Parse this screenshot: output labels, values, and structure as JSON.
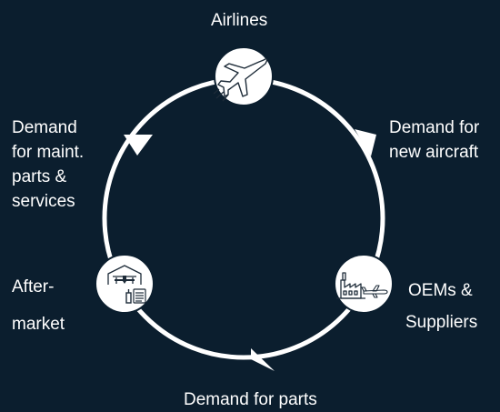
{
  "diagram": {
    "nodes": {
      "airlines": {
        "label": "Airlines",
        "icon": "airplane-icon"
      },
      "oems": {
        "label_line1": "OEMs &",
        "label_line2": "Suppliers",
        "icon": "factory-icon"
      },
      "aftermarket": {
        "label_line1": "After-",
        "label_line2": "market",
        "icon": "hangar-icon"
      }
    },
    "flows": {
      "new_aircraft": [
        "Demand for",
        "new aircraft"
      ],
      "parts": "Demand for parts",
      "maintenance": [
        "Demand",
        "for maint.",
        "parts &",
        "services"
      ]
    },
    "colors": {
      "background": "#0b1e2e",
      "ring": "#ffffff",
      "node_fill": "#ffffff",
      "icon_stroke": "#1d2b38",
      "text": "#ffffff"
    }
  }
}
